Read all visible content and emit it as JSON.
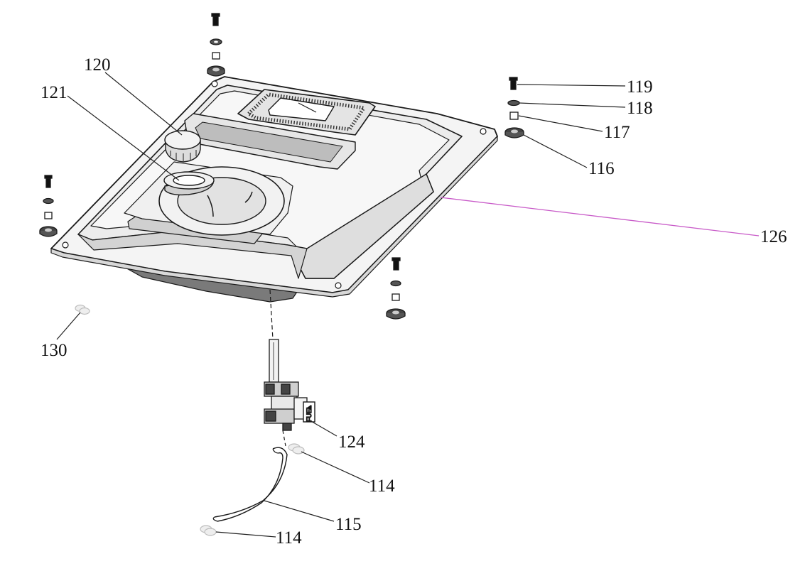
{
  "diagram": {
    "type": "exploded parts view",
    "colors": {
      "line": "#1a1a1a",
      "body": "#f3f3f3",
      "shadow": "#9a9a9a",
      "leader": "#222222",
      "accent_leader": "#c85ac8",
      "ghost_part": "#c8c8c8"
    },
    "labels": {
      "p114a": "114",
      "p114b": "114",
      "p115": "115",
      "p116": "116",
      "p117": "117",
      "p118": "118",
      "p119": "119",
      "p120": "120",
      "p121": "121",
      "p124": "124",
      "p126": "126",
      "p130": "130"
    },
    "fuel_marking": "FUEL"
  }
}
